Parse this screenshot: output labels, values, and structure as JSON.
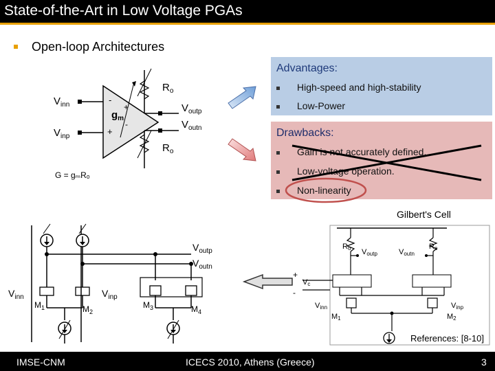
{
  "slide": {
    "title": "State-of-the-Art in Low Voltage PGAs",
    "heading": "Open-loop Architectures",
    "advantages": {
      "title": "Advantages:",
      "items": [
        "High-speed and high-stability",
        "Low-Power"
      ]
    },
    "drawbacks": {
      "title": "Drawbacks:",
      "items": [
        "Gain is not accurately defined.",
        "Low-voltage operation.",
        "Non-linearity"
      ]
    },
    "gain_formula": "G = gₘRₒ",
    "gilbert_label": "Gilbert's Cell",
    "references": "References: [8-10]",
    "footer": {
      "left": "IMSE-CNM",
      "center": "ICECS 2010, Athens (Greece)",
      "page": "3"
    }
  },
  "circuit_labels": {
    "amp": {
      "vinn": "V",
      "vinn_sub": "inn",
      "vinp": "V",
      "vinp_sub": "inp",
      "voutp": "V",
      "voutp_sub": "outp",
      "voutn": "V",
      "voutn_sub": "outn",
      "ro": "R",
      "ro_sub": "o",
      "gm": "g",
      "gm_sub": "m"
    },
    "diff": {
      "voutp": "V",
      "voutp_sub": "outp",
      "voutn": "V",
      "voutn_sub": "outn",
      "vinn": "V",
      "vinn_sub": "inn",
      "vinp": "V",
      "vinp_sub": "inp",
      "m1": "M",
      "m1_sub": "1",
      "m2": "M",
      "m2_sub": "2",
      "m3": "M",
      "m3_sub": "3",
      "m4": "M",
      "m4_sub": "4"
    },
    "gilbert": {
      "ro": "R",
      "ro_sub": "o",
      "voutp": "V",
      "voutp_sub": "outp",
      "voutn": "V",
      "voutn_sub": "outn",
      "vc": "V",
      "vc_sub": "c",
      "vinn": "V",
      "vinn_sub": "inn",
      "vinp": "V",
      "vinp_sub": "inp",
      "m1": "M",
      "m1_sub": "1",
      "m2": "M",
      "m2_sub": "2",
      "plus": "+",
      "minus": "-"
    }
  },
  "colors": {
    "accent": "#e8a000",
    "advantages_bg": "#b9cde5",
    "drawbacks_bg": "#e6b9b8",
    "highlight_ellipse": "#c0504d"
  }
}
